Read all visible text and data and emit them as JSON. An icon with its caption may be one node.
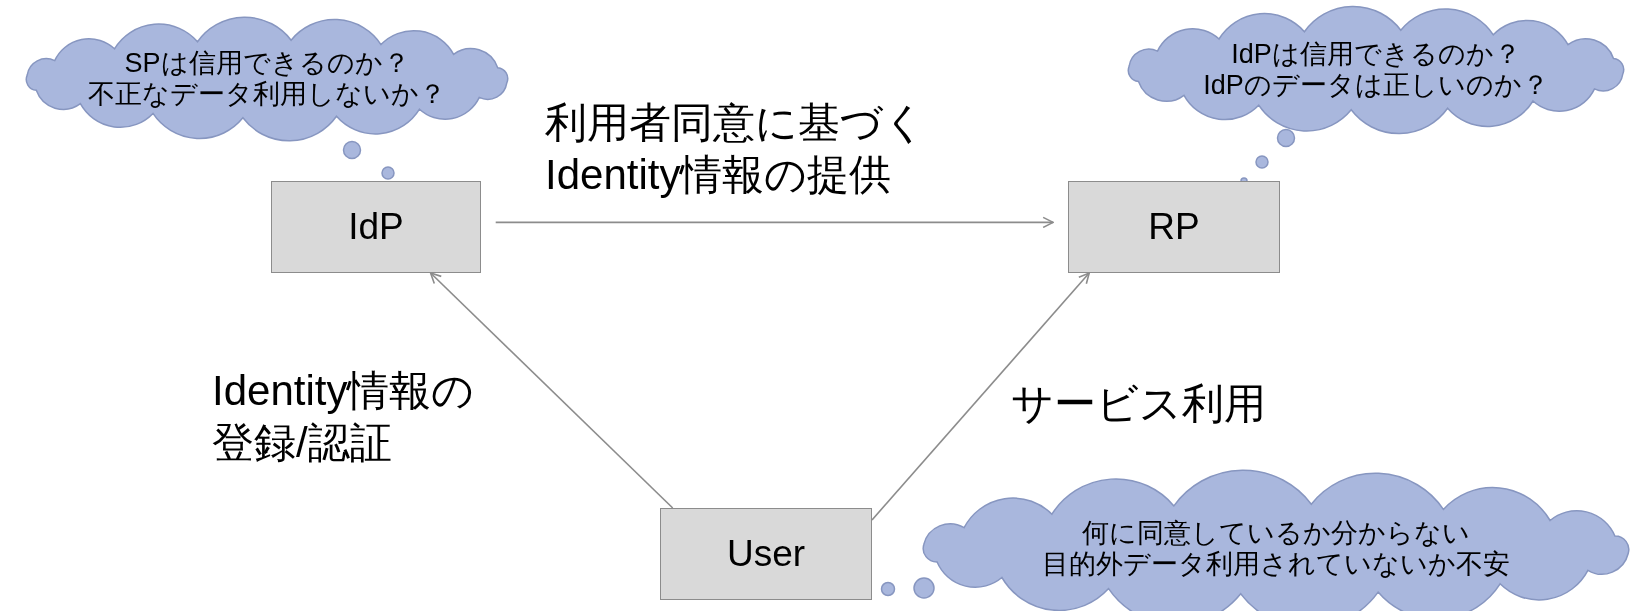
{
  "diagram": {
    "nodes": [
      {
        "text": [
          "IdP"
        ]
      },
      {
        "text": [
          "RP"
        ]
      },
      {
        "text": [
          "User"
        ]
      },
      {
        "text": [
          "SPは信用できるのか？",
          "不正なデータ利用しないか？"
        ]
      },
      {
        "text": [
          "IdPは信用できるのか？",
          "IdPのデータは正しいのか？"
        ]
      },
      {
        "text": [
          "何に同意しているか分からない",
          "目的外データ利用されていないか不安"
        ]
      }
    ],
    "edges": [
      {
        "from": 0,
        "to": 1,
        "arrow": "to",
        "label": "利用者同意に基づくIdentity情報の提供"
      },
      {
        "from": 2,
        "to": 0,
        "arrow": "to",
        "label": "Identity情報の登録/認証"
      },
      {
        "from": 2,
        "to": 1,
        "arrow": "to",
        "label": "サービス利用"
      }
    ]
  }
}
